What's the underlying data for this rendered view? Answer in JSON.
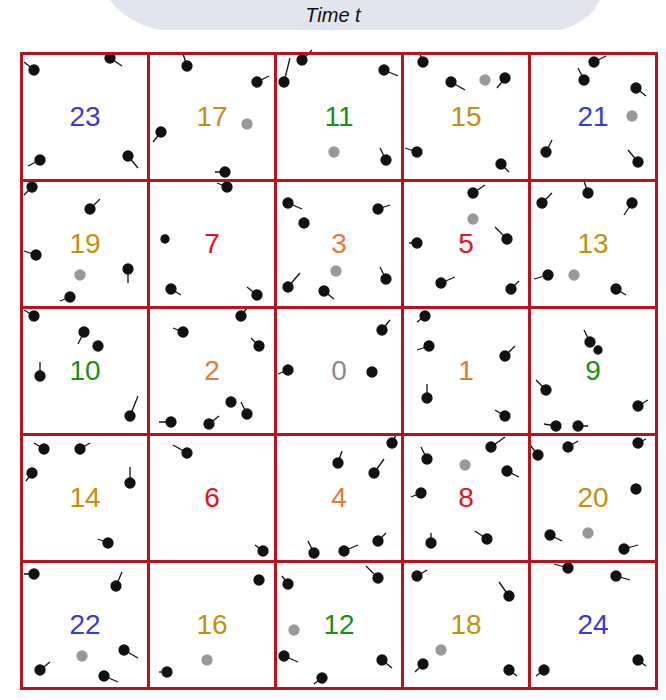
{
  "diagram": {
    "title": "Time t",
    "nodes": [
      {
        "text": [
          "23"
        ]
      },
      {
        "text": [
          "17"
        ]
      },
      {
        "text": [
          "11"
        ]
      },
      {
        "text": [
          "15"
        ]
      },
      {
        "text": [
          "21"
        ]
      },
      {
        "text": [
          "19"
        ]
      },
      {
        "text": [
          "7"
        ]
      },
      {
        "text": [
          "3"
        ]
      },
      {
        "text": [
          "5"
        ]
      },
      {
        "text": [
          "13"
        ]
      },
      {
        "text": [
          "10"
        ]
      },
      {
        "text": [
          "2"
        ]
      },
      {
        "text": [
          "0"
        ]
      },
      {
        "text": [
          "1"
        ]
      },
      {
        "text": [
          "9"
        ]
      },
      {
        "text": [
          "14"
        ]
      },
      {
        "text": [
          "6"
        ]
      },
      {
        "text": [
          "4"
        ]
      },
      {
        "text": [
          "8"
        ]
      },
      {
        "text": [
          "20"
        ]
      },
      {
        "text": [
          "22"
        ]
      },
      {
        "text": [
          "16"
        ]
      },
      {
        "text": [
          "12"
        ]
      },
      {
        "text": [
          "18"
        ]
      },
      {
        "text": [
          "24"
        ]
      }
    ]
  }
}
